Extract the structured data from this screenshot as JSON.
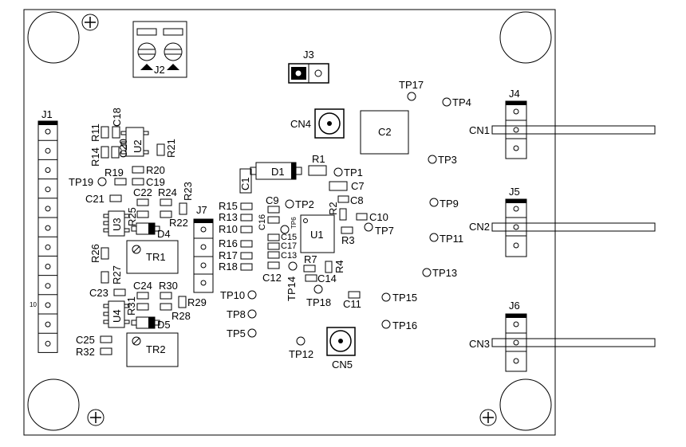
{
  "connectors": {
    "j1": "J1",
    "j2": "J2",
    "j3": "J3",
    "j4": "J4",
    "j5": "J5",
    "j6": "J6",
    "j7": "J7",
    "cn1": "CN1",
    "cn2": "CN2",
    "cn3": "CN3",
    "cn4": "CN4",
    "cn5": "CN5",
    "j1_pin10": "10"
  },
  "semis": {
    "u1": "U1",
    "u2": "U2",
    "u3": "U3",
    "u4": "U4",
    "d1": "D1",
    "d4": "D4",
    "d5": "D5",
    "tr1": "TR1",
    "tr2": "TR2"
  },
  "caps": {
    "c1": "C1",
    "c2": "C2",
    "c7": "C7",
    "c8": "C8",
    "c9": "C9",
    "c10": "C10",
    "c11": "C11",
    "c12": "C12",
    "c13": "C13",
    "c14": "C14",
    "c15": "C15",
    "c16": "C16",
    "c17": "C17",
    "c18": "C18",
    "c19": "C19",
    "c20": "C20",
    "c21": "C21",
    "c22": "C22",
    "c23": "C23",
    "c24": "C24",
    "c25": "C25"
  },
  "resistors": {
    "r1": "R1",
    "r2": "R2",
    "r3": "R3",
    "r4": "R4",
    "r7": "R7",
    "r10": "R10",
    "r11": "R11",
    "r13": "R13",
    "r14": "R14",
    "r15": "R15",
    "r16": "R16",
    "r17": "R17",
    "r18": "R18",
    "r19": "R19",
    "r20": "R20",
    "r21": "R21",
    "r22": "R22",
    "r23": "R23",
    "r24": "R24",
    "r25": "R25",
    "r26": "R26",
    "r27": "R27",
    "r28": "R28",
    "r29": "R29",
    "r30": "R30",
    "r31": "R31",
    "r32": "R32"
  },
  "testpoints": {
    "tp1": "TP1",
    "tp2": "TP2",
    "tp3": "TP3",
    "tp4": "TP4",
    "tp5": "TP5",
    "tp6": "TP6",
    "tp7": "TP7",
    "tp8": "TP8",
    "tp9": "TP9",
    "tp10": "TP10",
    "tp11": "TP11",
    "tp12": "TP12",
    "tp13": "TP13",
    "tp14": "TP14",
    "tp15": "TP15",
    "tp16": "TP16",
    "tp17": "TP17",
    "tp18": "TP18",
    "tp19": "TP19"
  }
}
